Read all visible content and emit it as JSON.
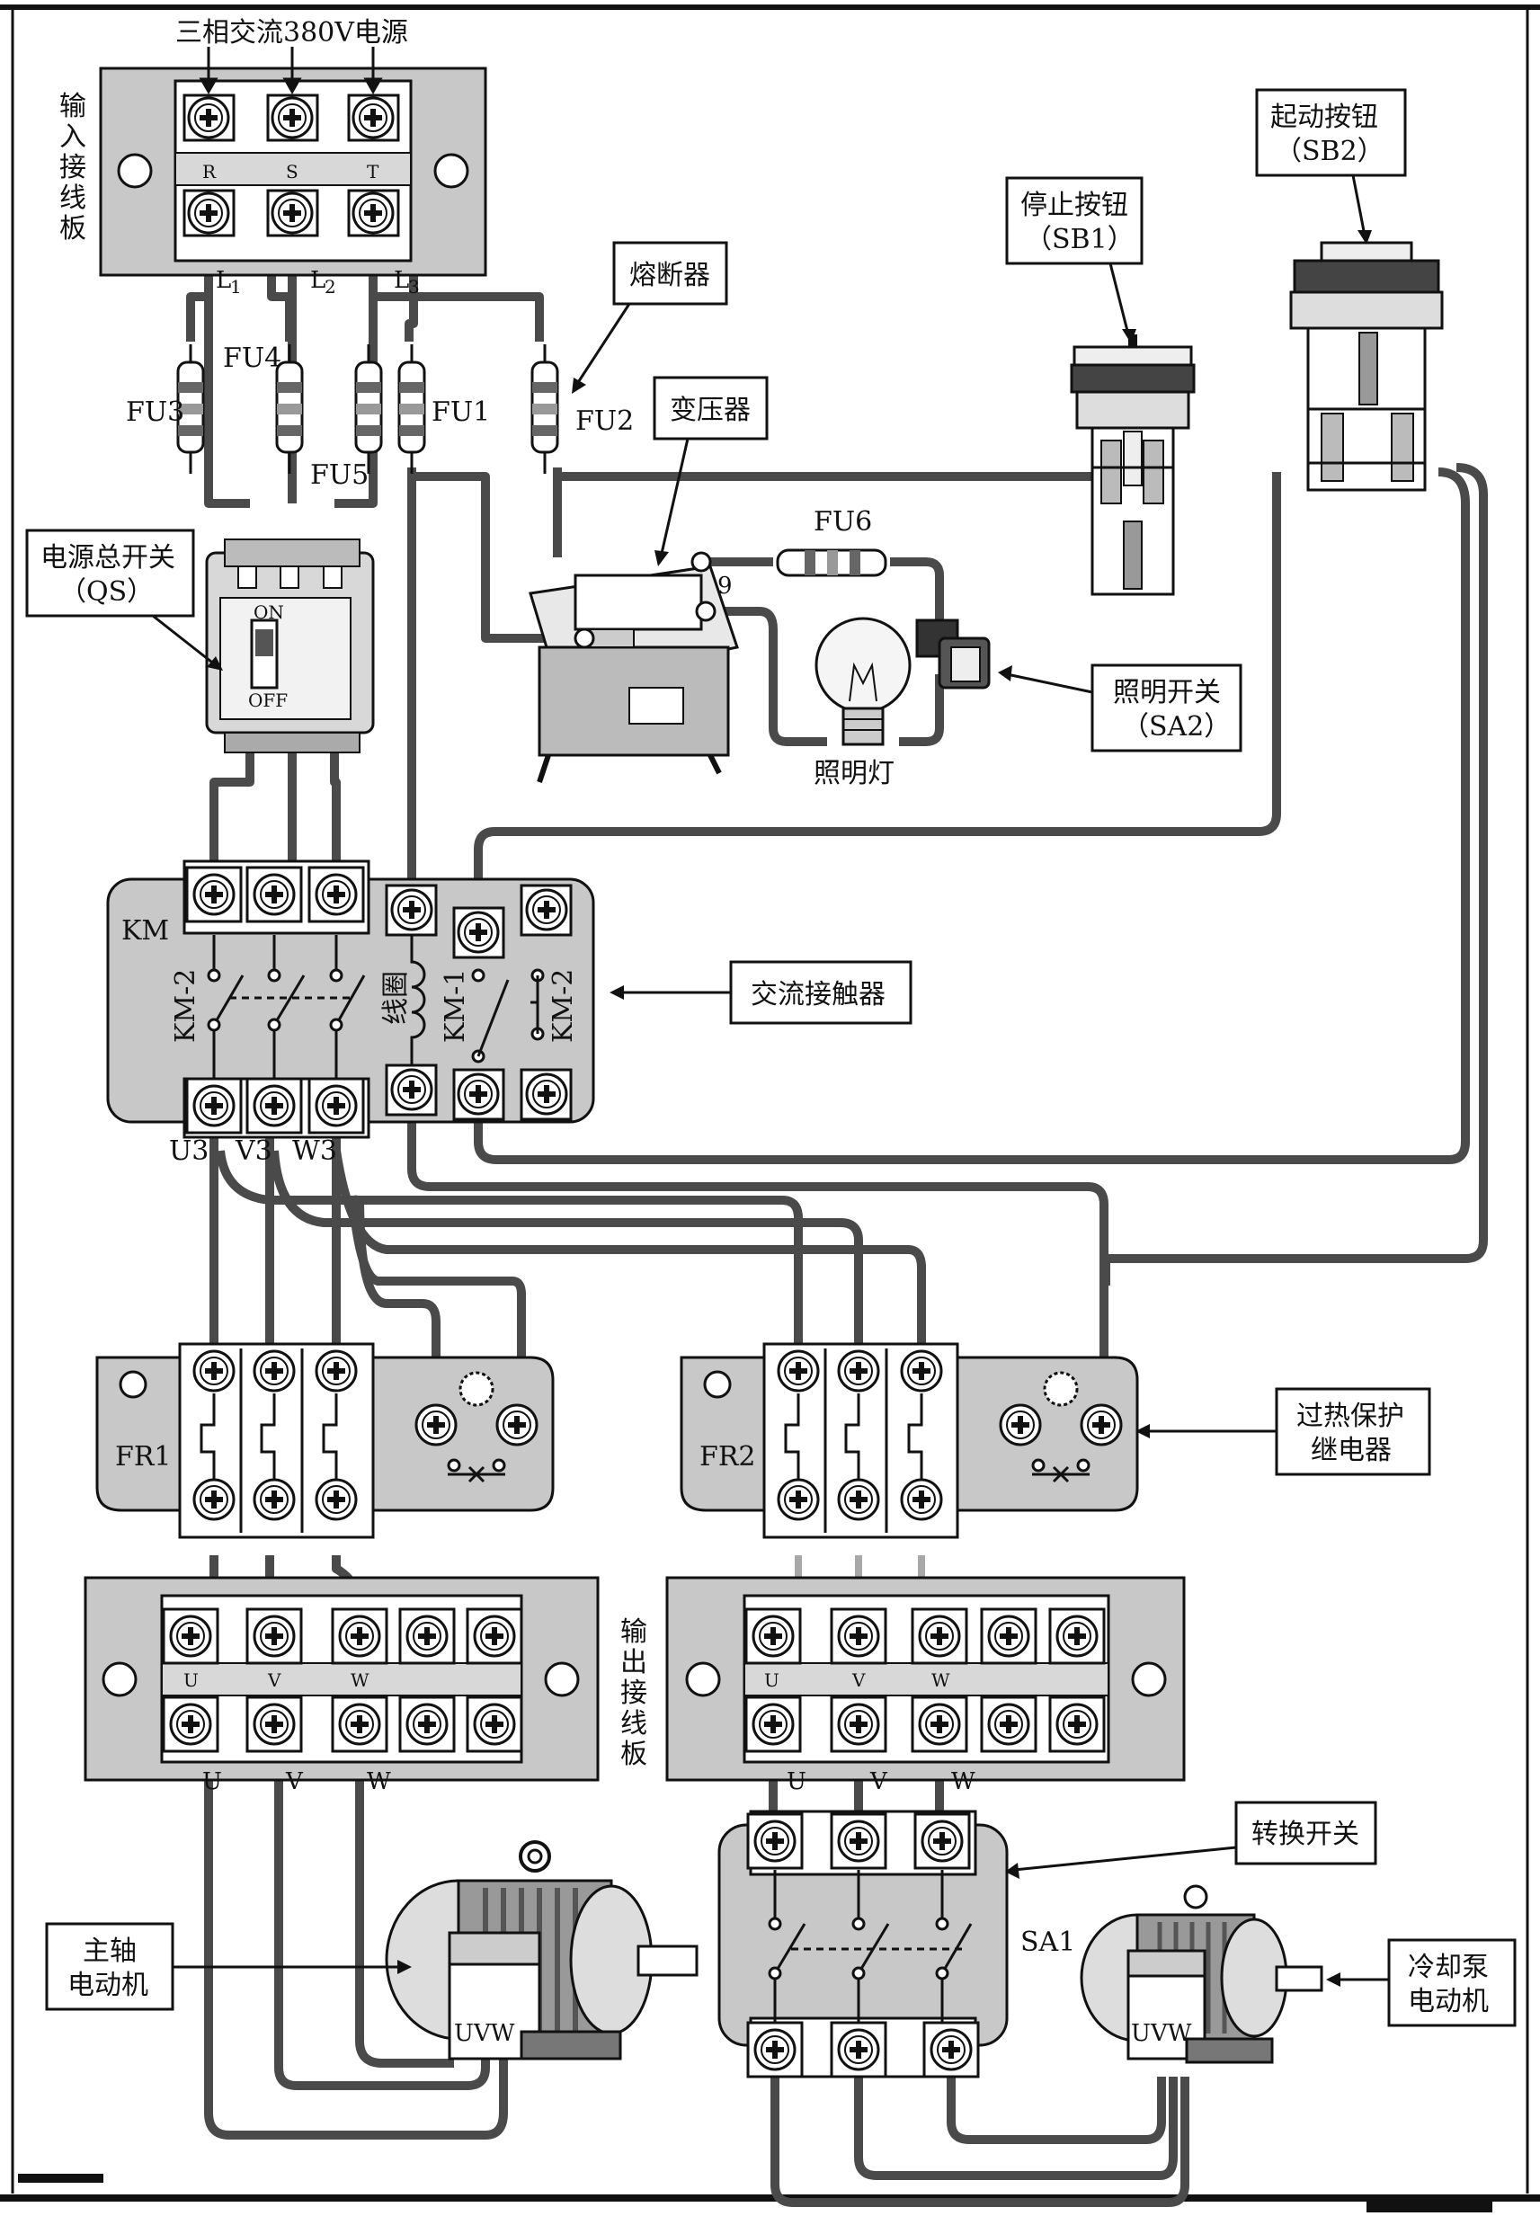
{
  "labels": {
    "power_source": "三相交流380V电源",
    "input_board": [
      "输",
      "入",
      "接",
      "线",
      "板"
    ],
    "terminal_R": "R",
    "terminal_S": "S",
    "terminal_T": "T",
    "L1": "L",
    "L1_sub": "1",
    "L2": "L",
    "L2_sub": "2",
    "L3": "L",
    "L3_sub": "3",
    "FU1": "FU1",
    "FU2": "FU2",
    "FU3": "FU3",
    "FU4": "FU4",
    "FU5": "FU5",
    "FU6": "FU6",
    "fuse": "熔断器",
    "transformer": "变压器",
    "stop_button": [
      "停止按钮",
      "（SB1）"
    ],
    "start_button": [
      "起动按钮",
      "（SB2）"
    ],
    "main_switch": [
      "电源总开关",
      "（QS）"
    ],
    "lamp_switch": [
      "照明开关",
      "（SA2）"
    ],
    "lamp": "照明灯",
    "transformer_pin": "9",
    "KM": "KM",
    "KM2_left": "KM-2",
    "coil": "线圈",
    "KM1": "KM-1",
    "KM2_right": "KM-2",
    "contactor": "交流接触器",
    "U3": "U3",
    "V3": "V3",
    "W3": "W3",
    "FR1": "FR1",
    "FR2": "FR2",
    "overheat_relay": [
      "过热保护",
      "继电器"
    ],
    "output_board": [
      "输",
      "出",
      "接",
      "线",
      "板"
    ],
    "U": "U",
    "V": "V",
    "W": "W",
    "UVW": "UVW",
    "SA1": "SA1",
    "transfer_switch": "转换开关",
    "spindle_motor": [
      "主轴",
      "电动机"
    ],
    "coolant_motor": [
      "冷却泵",
      "电动机"
    ],
    "switch_on": "ON",
    "switch_off": "OFF"
  },
  "colors": {
    "wire": "#4a4a4a",
    "panel": "#c8c8c8",
    "panel_dark": "#8a8a8a",
    "ink": "#111111",
    "light_wire": "#a8a8a8"
  }
}
